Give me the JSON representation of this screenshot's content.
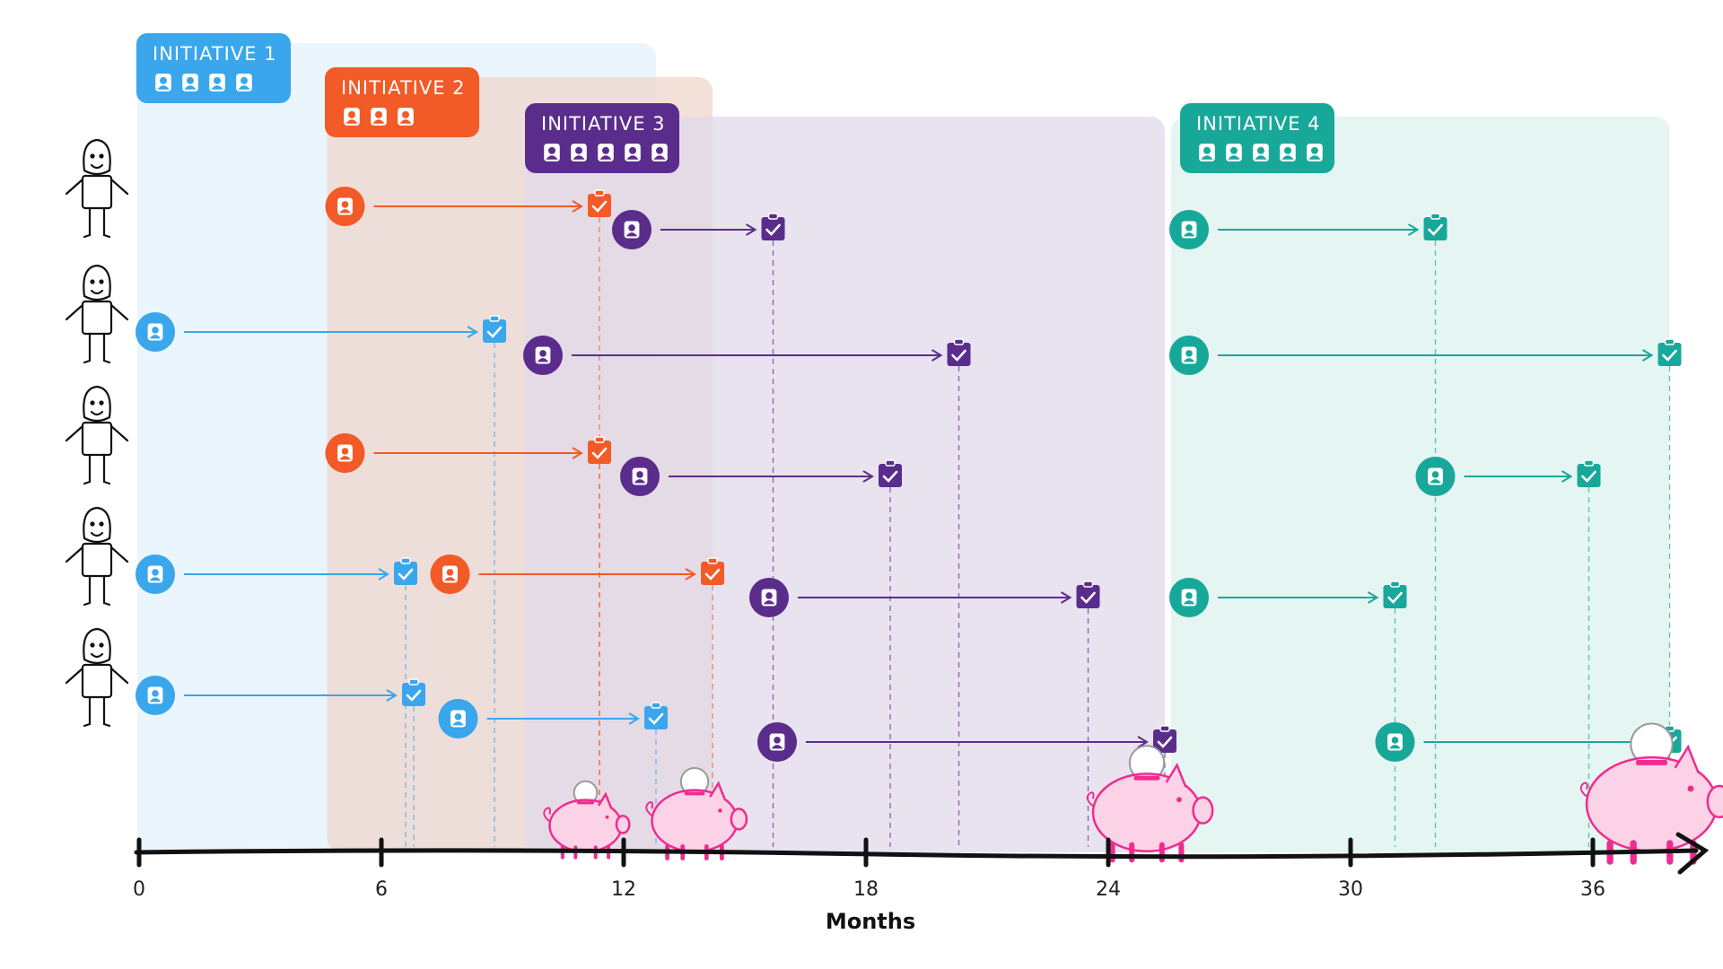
{
  "axis": {
    "title": "Months",
    "ticks": [
      "0",
      "6",
      "12",
      "18",
      "24",
      "30",
      "36"
    ],
    "tick_values": [
      0,
      6,
      12,
      18,
      24,
      30,
      36
    ]
  },
  "initiatives": [
    {
      "id": "i1",
      "label": "INITIATIVE 1",
      "team_size": 4,
      "color": "#3aa6ec",
      "bg": "#e3f1fc",
      "start": 0.4,
      "end": 12.8
    },
    {
      "id": "i2",
      "label": "INITIATIVE 2",
      "team_size": 3,
      "color": "#f25a27",
      "bg": "#efd5cc",
      "start": 5.1,
      "end": 14.2
    },
    {
      "id": "i3",
      "label": "INITIATIVE 3",
      "team_size": 5,
      "color": "#5a2d8c",
      "bg": "#e0dae9",
      "start": 10.0,
      "end": 25.4
    },
    {
      "id": "i4",
      "label": "INITIATIVE 4",
      "team_size": 5,
      "color": "#18a89a",
      "bg": "#dcf1ee",
      "start": 26.0,
      "end": 37.9
    }
  ],
  "people": [
    "person-1",
    "person-2",
    "person-3",
    "person-4",
    "person-5"
  ],
  "assignments": [
    {
      "person": 0,
      "initiative": "i2",
      "start": 5.1,
      "end": 11.4,
      "lane": 0
    },
    {
      "person": 0,
      "initiative": "i3",
      "start": 12.2,
      "end": 15.7,
      "lane": 1
    },
    {
      "person": 0,
      "initiative": "i4",
      "start": 26.0,
      "end": 32.1,
      "lane": 1
    },
    {
      "person": 1,
      "initiative": "i1",
      "start": 0.4,
      "end": 8.8,
      "lane": 0
    },
    {
      "person": 1,
      "initiative": "i3",
      "start": 10.0,
      "end": 20.3,
      "lane": 1
    },
    {
      "person": 1,
      "initiative": "i4",
      "start": 26.0,
      "end": 37.9,
      "lane": 1
    },
    {
      "person": 2,
      "initiative": "i2",
      "start": 5.1,
      "end": 11.4,
      "lane": 0
    },
    {
      "person": 2,
      "initiative": "i3",
      "start": 12.4,
      "end": 18.6,
      "lane": 1
    },
    {
      "person": 2,
      "initiative": "i4",
      "start": 32.1,
      "end": 35.9,
      "lane": 1
    },
    {
      "person": 3,
      "initiative": "i1",
      "start": 0.4,
      "end": 6.6,
      "lane": 0
    },
    {
      "person": 3,
      "initiative": "i2",
      "start": 7.7,
      "end": 14.2,
      "lane": 0
    },
    {
      "person": 3,
      "initiative": "i3",
      "start": 15.6,
      "end": 23.5,
      "lane": 1
    },
    {
      "person": 3,
      "initiative": "i4",
      "start": 26.0,
      "end": 31.1,
      "lane": 1
    },
    {
      "person": 4,
      "initiative": "i1",
      "start": 0.4,
      "end": 6.8,
      "lane": 0
    },
    {
      "person": 4,
      "initiative": "i1",
      "start": 7.9,
      "end": 12.8,
      "lane": 1
    },
    {
      "person": 4,
      "initiative": "i3",
      "start": 15.8,
      "end": 25.4,
      "lane": 2
    },
    {
      "person": 4,
      "initiative": "i4",
      "start": 31.1,
      "end": 37.9,
      "lane": 2
    }
  ],
  "savings": [
    {
      "month": 11.5,
      "size": 0.8
    },
    {
      "month": 14.2,
      "size": 0.95
    },
    {
      "month": 25.4,
      "size": 1.2
    },
    {
      "month": 37.9,
      "size": 1.45
    }
  ]
}
